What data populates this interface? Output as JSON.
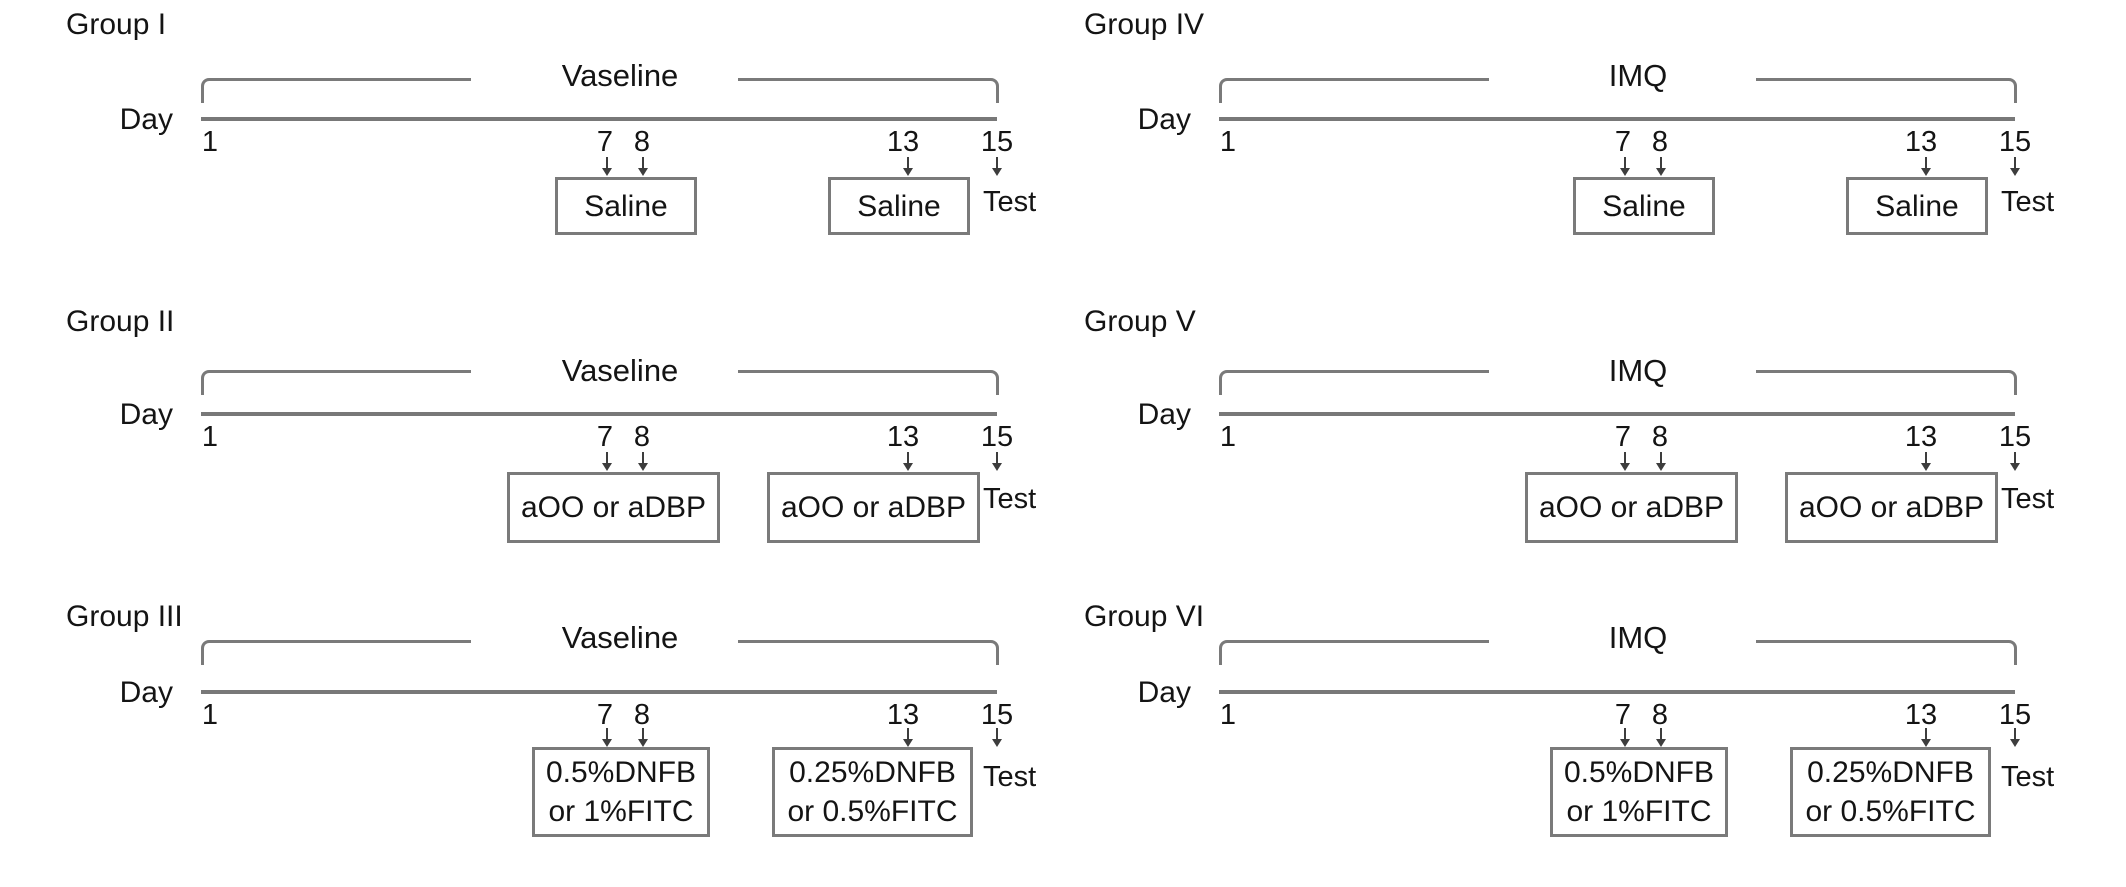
{
  "axis": {
    "day_label": "Day",
    "ticks": [
      "1",
      "7",
      "8",
      "13",
      "15"
    ],
    "test_label": "Test"
  },
  "groups": [
    {
      "label": "Group I",
      "treatment_bar": "Vaseline",
      "box1_lines": [
        "Saline"
      ],
      "box2_lines": [
        "Saline"
      ]
    },
    {
      "label": "Group II",
      "treatment_bar": "Vaseline",
      "box1_lines": [
        "aOO or aDBP"
      ],
      "box2_lines": [
        "aOO or aDBP"
      ]
    },
    {
      "label": "Group III",
      "treatment_bar": "Vaseline",
      "box1_lines": [
        "0.5%DNFB",
        "or 1%FITC"
      ],
      "box2_lines": [
        "0.25%DNFB",
        "or 0.5%FITC"
      ]
    },
    {
      "label": "Group IV",
      "treatment_bar": "IMQ",
      "box1_lines": [
        "Saline"
      ],
      "box2_lines": [
        "Saline"
      ]
    },
    {
      "label": "Group V",
      "treatment_bar": "IMQ",
      "box1_lines": [
        "aOO or aDBP"
      ],
      "box2_lines": [
        "aOO or aDBP"
      ]
    },
    {
      "label": "Group VI",
      "treatment_bar": "IMQ",
      "box1_lines": [
        "0.5%DNFB",
        "or 1%FITC"
      ],
      "box2_lines": [
        "0.25%DNFB",
        "or 0.5%FITC"
      ]
    }
  ],
  "colors": {
    "line": "#7a7a7a",
    "arrow": "#3d3d3d",
    "text": "#141414",
    "background": "#ffffff"
  }
}
